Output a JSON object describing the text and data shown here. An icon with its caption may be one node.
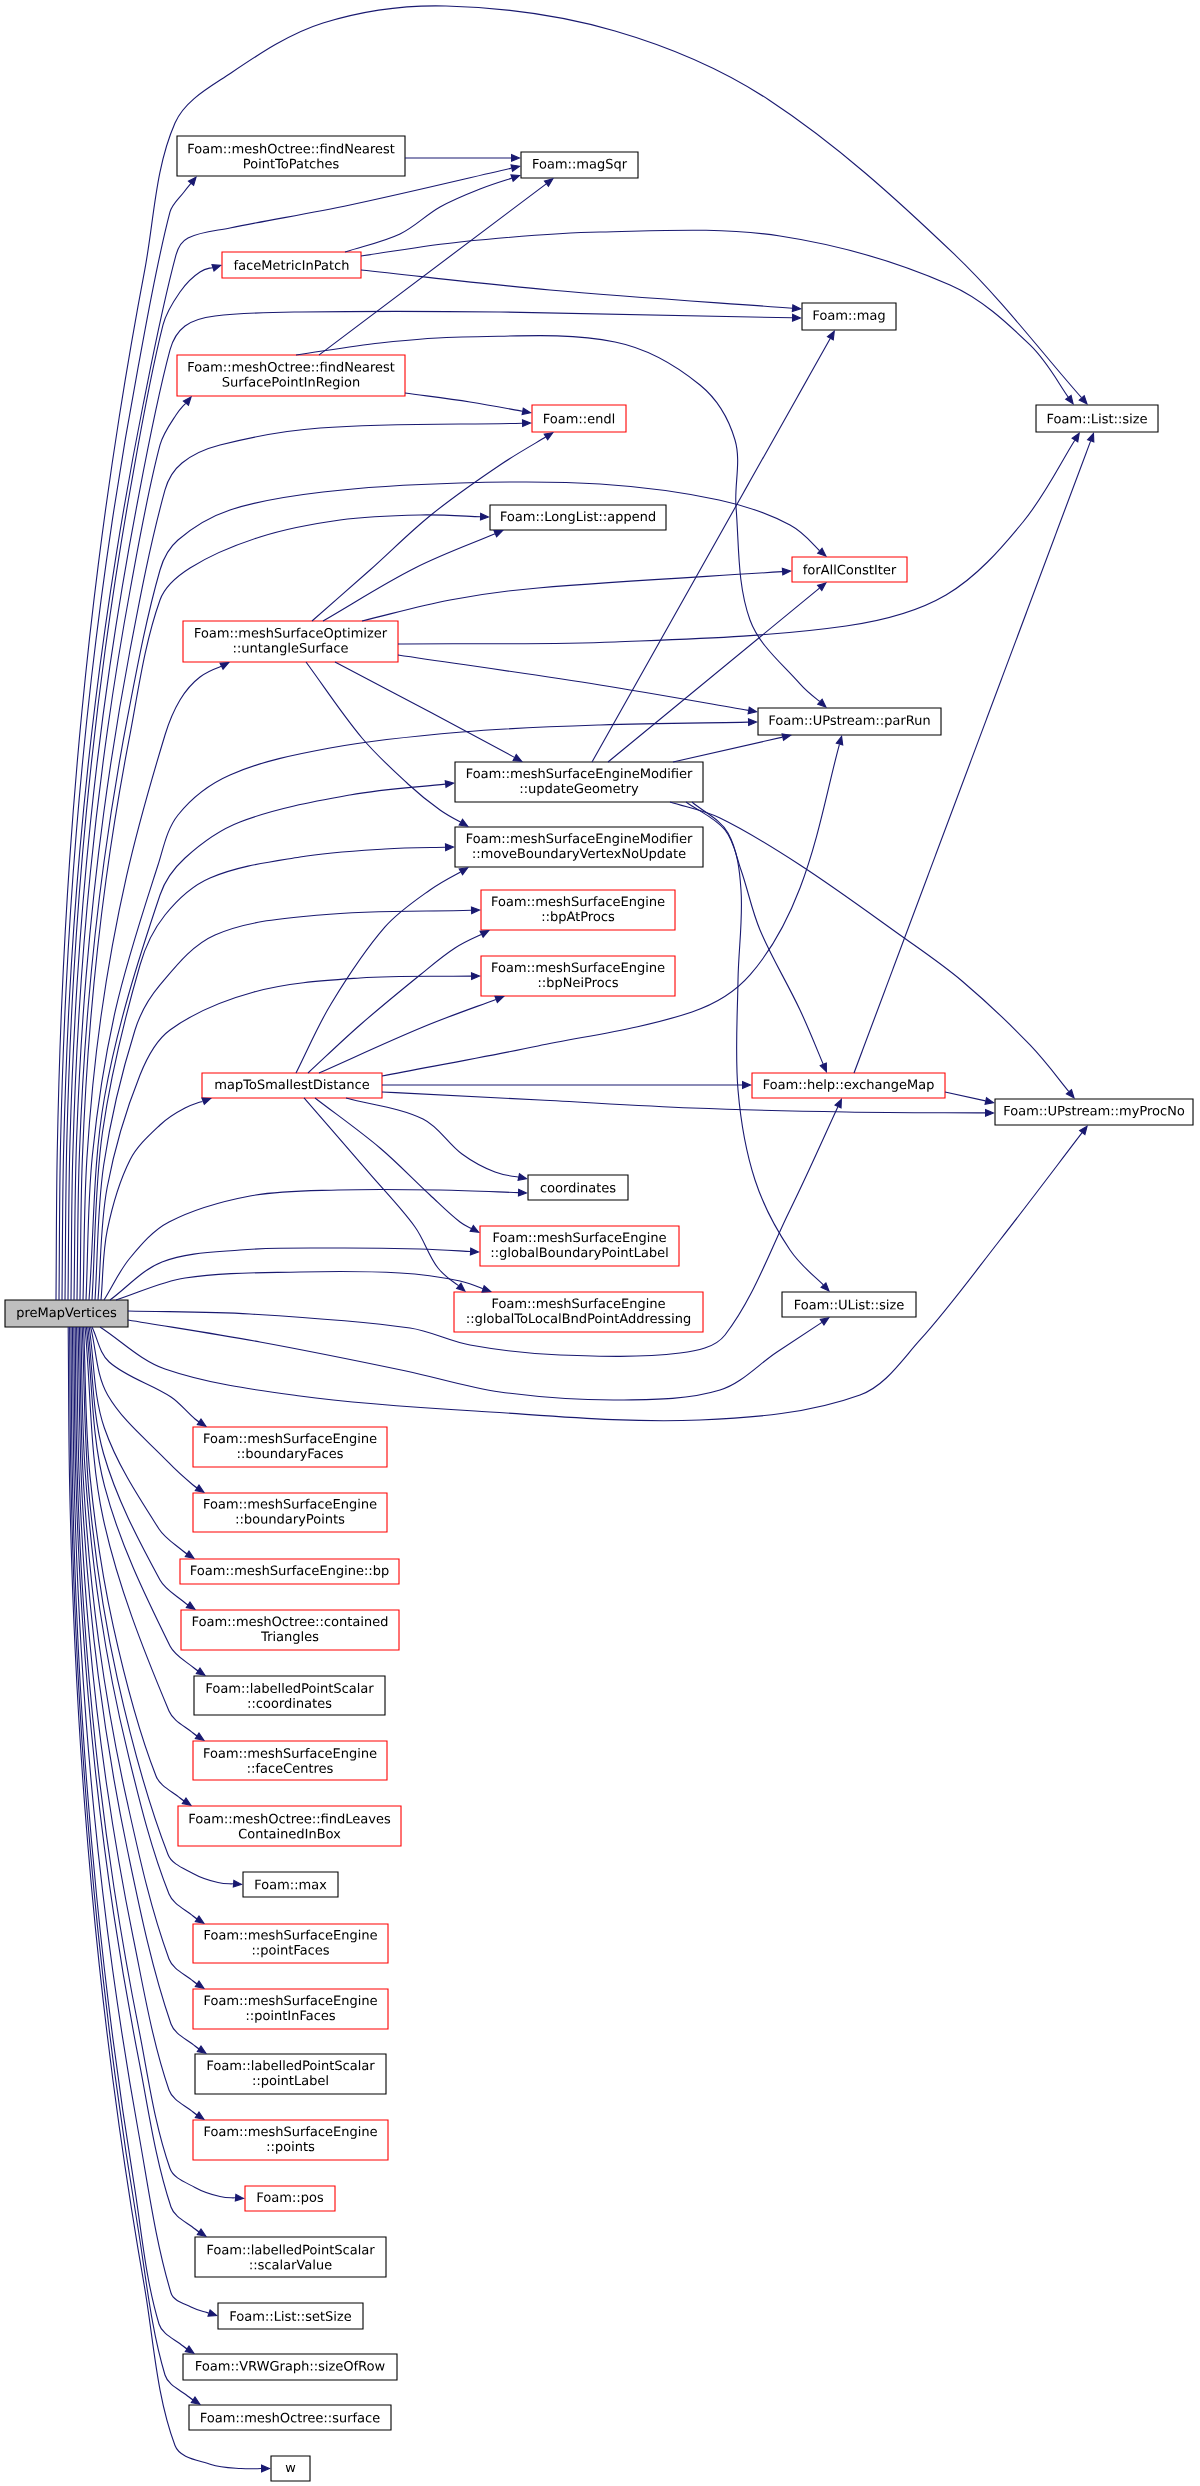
{
  "diagram": {
    "nodes": [
      {
        "text": [
          "preMapVertices"
        ]
      },
      {
        "text": [
          "Foam::meshOctree::findNearest PointToPatches"
        ]
      },
      {
        "text": [
          "Foam::magSqr"
        ]
      },
      {
        "text": [
          "faceMetricInPatch"
        ]
      },
      {
        "text": [
          "Foam::mag"
        ]
      },
      {
        "text": [
          "Foam::meshOctree::findNearest SurfacePointInRegion"
        ]
      },
      {
        "text": [
          "Foam::endl"
        ]
      },
      {
        "text": [
          "Foam::List::size"
        ]
      },
      {
        "text": [
          "Foam::LongList::append"
        ]
      },
      {
        "text": [
          "forAllConstIter"
        ]
      },
      {
        "text": [
          "Foam::meshSurfaceOptimizer ::untangleSurface"
        ]
      },
      {
        "text": [
          "Foam::UPstream::parRun"
        ]
      },
      {
        "text": [
          "Foam::meshSurfaceEngineModifier ::updateGeometry"
        ]
      },
      {
        "text": [
          "Foam::meshSurfaceEngineModifier ::moveBoundaryVertexNoUpdate"
        ]
      },
      {
        "text": [
          "Foam::meshSurfaceEngine ::bpAtProcs"
        ]
      },
      {
        "text": [
          "Foam::meshSurfaceEngine ::bpNeiProcs"
        ]
      },
      {
        "text": [
          "mapToSmallestDistance"
        ]
      },
      {
        "text": [
          "Foam::help::exchangeMap"
        ]
      },
      {
        "text": [
          "Foam::UPstream::myProcNo"
        ]
      },
      {
        "text": [
          "coordinates"
        ]
      },
      {
        "text": [
          "Foam::meshSurfaceEngine ::globalBoundaryPointLabel"
        ]
      },
      {
        "text": [
          "Foam::meshSurfaceEngine ::globalToLocalBndPointAddressing"
        ]
      },
      {
        "text": [
          "Foam::UList::size"
        ]
      },
      {
        "text": [
          "Foam::meshSurfaceEngine ::boundaryFaces"
        ]
      },
      {
        "text": [
          "Foam::meshSurfaceEngine ::boundaryPoints"
        ]
      },
      {
        "text": [
          "Foam::meshSurfaceEngine::bp"
        ]
      },
      {
        "text": [
          "Foam::meshOctree::contained Triangles"
        ]
      },
      {
        "text": [
          "Foam::labelledPointScalar ::coordinates"
        ]
      },
      {
        "text": [
          "Foam::meshSurfaceEngine ::faceCentres"
        ]
      },
      {
        "text": [
          "Foam::meshOctree::findLeaves ContainedInBox"
        ]
      },
      {
        "text": [
          "Foam::max"
        ]
      },
      {
        "text": [
          "Foam::meshSurfaceEngine ::pointFaces"
        ]
      },
      {
        "text": [
          "Foam::meshSurfaceEngine ::pointInFaces"
        ]
      },
      {
        "text": [
          "Foam::labelledPointScalar ::pointLabel"
        ]
      },
      {
        "text": [
          "Foam::meshSurfaceEngine ::points"
        ]
      },
      {
        "text": [
          "Foam::pos"
        ]
      },
      {
        "text": [
          "Foam::labelledPointScalar ::scalarValue"
        ]
      },
      {
        "text": [
          "Foam::List::setSize"
        ]
      },
      {
        "text": [
          "Foam::VRWGraph::sizeOfRow"
        ]
      },
      {
        "text": [
          "Foam::meshOctree::surface"
        ]
      },
      {
        "text": [
          "w"
        ]
      }
    ],
    "edges": [
      {
        "from": 0,
        "to": 1,
        "arrow": "to"
      },
      {
        "from": 0,
        "to": 2,
        "arrow": "to"
      },
      {
        "from": 0,
        "to": 3,
        "arrow": "to"
      },
      {
        "from": 0,
        "to": 4,
        "arrow": "to"
      },
      {
        "from": 0,
        "to": 5,
        "arrow": "to"
      },
      {
        "from": 0,
        "to": 6,
        "arrow": "to"
      },
      {
        "from": 0,
        "to": 7,
        "arrow": "to"
      },
      {
        "from": 0,
        "to": 8,
        "arrow": "to"
      },
      {
        "from": 0,
        "to": 9,
        "arrow": "to"
      },
      {
        "from": 0,
        "to": 10,
        "arrow": "to"
      },
      {
        "from": 0,
        "to": 11,
        "arrow": "to"
      },
      {
        "from": 0,
        "to": 12,
        "arrow": "to"
      },
      {
        "from": 0,
        "to": 13,
        "arrow": "to"
      },
      {
        "from": 0,
        "to": 14,
        "arrow": "to"
      },
      {
        "from": 0,
        "to": 15,
        "arrow": "to"
      },
      {
        "from": 0,
        "to": 16,
        "arrow": "to"
      },
      {
        "from": 0,
        "to": 17,
        "arrow": "to"
      },
      {
        "from": 0,
        "to": 18,
        "arrow": "to"
      },
      {
        "from": 0,
        "to": 19,
        "arrow": "to"
      },
      {
        "from": 0,
        "to": 20,
        "arrow": "to"
      },
      {
        "from": 0,
        "to": 21,
        "arrow": "to"
      },
      {
        "from": 0,
        "to": 22,
        "arrow": "to"
      },
      {
        "from": 0,
        "to": 23,
        "arrow": "to"
      },
      {
        "from": 0,
        "to": 24,
        "arrow": "to"
      },
      {
        "from": 0,
        "to": 25,
        "arrow": "to"
      },
      {
        "from": 0,
        "to": 26,
        "arrow": "to"
      },
      {
        "from": 0,
        "to": 27,
        "arrow": "to"
      },
      {
        "from": 0,
        "to": 28,
        "arrow": "to"
      },
      {
        "from": 0,
        "to": 29,
        "arrow": "to"
      },
      {
        "from": 0,
        "to": 30,
        "arrow": "to"
      },
      {
        "from": 0,
        "to": 31,
        "arrow": "to"
      },
      {
        "from": 0,
        "to": 32,
        "arrow": "to"
      },
      {
        "from": 0,
        "to": 33,
        "arrow": "to"
      },
      {
        "from": 0,
        "to": 34,
        "arrow": "to"
      },
      {
        "from": 0,
        "to": 35,
        "arrow": "to"
      },
      {
        "from": 0,
        "to": 36,
        "arrow": "to"
      },
      {
        "from": 0,
        "to": 37,
        "arrow": "to"
      },
      {
        "from": 0,
        "to": 38,
        "arrow": "to"
      },
      {
        "from": 0,
        "to": 39,
        "arrow": "to"
      },
      {
        "from": 0,
        "to": 40,
        "arrow": "to"
      },
      {
        "from": 1,
        "to": 2,
        "arrow": "to"
      },
      {
        "from": 3,
        "to": 2,
        "arrow": "to"
      },
      {
        "from": 3,
        "to": 4,
        "arrow": "to"
      },
      {
        "from": 3,
        "to": 7,
        "arrow": "to"
      },
      {
        "from": 5,
        "to": 2,
        "arrow": "to"
      },
      {
        "from": 5,
        "to": 6,
        "arrow": "to"
      },
      {
        "from": 5,
        "to": 11,
        "arrow": "to"
      },
      {
        "from": 10,
        "to": 6,
        "arrow": "to"
      },
      {
        "from": 10,
        "to": 7,
        "arrow": "to"
      },
      {
        "from": 10,
        "to": 8,
        "arrow": "to"
      },
      {
        "from": 10,
        "to": 9,
        "arrow": "to"
      },
      {
        "from": 10,
        "to": 11,
        "arrow": "to"
      },
      {
        "from": 10,
        "to": 12,
        "arrow": "to"
      },
      {
        "from": 10,
        "to": 13,
        "arrow": "to"
      },
      {
        "from": 12,
        "to": 4,
        "arrow": "to"
      },
      {
        "from": 12,
        "to": 9,
        "arrow": "to"
      },
      {
        "from": 12,
        "to": 11,
        "arrow": "to"
      },
      {
        "from": 12,
        "to": 17,
        "arrow": "to"
      },
      {
        "from": 12,
        "to": 18,
        "arrow": "to"
      },
      {
        "from": 12,
        "to": 22,
        "arrow": "to"
      },
      {
        "from": 16,
        "to": 11,
        "arrow": "to"
      },
      {
        "from": 16,
        "to": 13,
        "arrow": "to"
      },
      {
        "from": 16,
        "to": 14,
        "arrow": "to"
      },
      {
        "from": 16,
        "to": 15,
        "arrow": "to"
      },
      {
        "from": 16,
        "to": 17,
        "arrow": "to"
      },
      {
        "from": 16,
        "to": 18,
        "arrow": "to"
      },
      {
        "from": 16,
        "to": 19,
        "arrow": "to"
      },
      {
        "from": 16,
        "to": 20,
        "arrow": "to"
      },
      {
        "from": 16,
        "to": 21,
        "arrow": "to"
      },
      {
        "from": 17,
        "to": 7,
        "arrow": "to"
      },
      {
        "from": 17,
        "to": 18,
        "arrow": "to"
      }
    ]
  }
}
